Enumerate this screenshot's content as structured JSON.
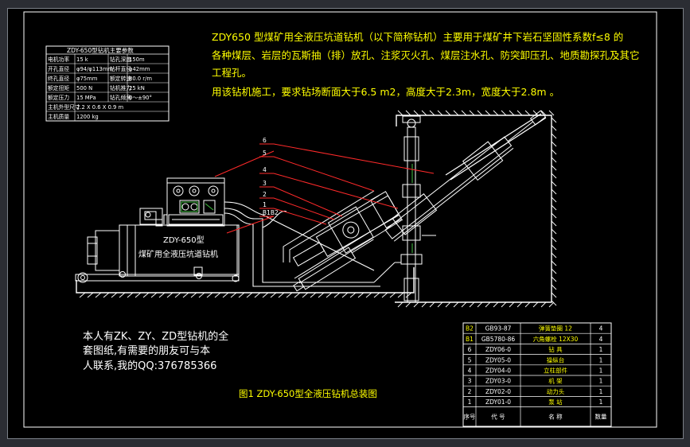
{
  "description": {
    "line1": "ZDY650 型煤矿用全液压坑道钻机（以下简称钻机）主要用于煤矿井下岩石坚固性系数f≤8 的",
    "line2": "各种煤层、岩层的瓦斯抽（排）放孔、注浆灭火孔、煤层注水孔、防突卸压孔、地质勘探孔及其它",
    "line3": "工程孔。",
    "line4": "用该钻机施工，要求钻场断面大于6.5 m2，高度大于2.3m，宽度大于2.8m 。"
  },
  "spec_table": {
    "title": "ZDY-650型钻机主要参数",
    "rows": [
      [
        "电机功率",
        "15 k",
        "钻孔深度",
        "150m"
      ],
      [
        "开孔直径",
        "φ94/φ113mm",
        "钻杆直径",
        "φ42mm"
      ],
      [
        "终孔直径",
        "φ75mm",
        "额定转速",
        "80.0 r/m"
      ],
      [
        "额定扭矩",
        "500 N",
        "钻机推力",
        "25 kN"
      ],
      [
        "额定压力",
        "15 MPa",
        "钻孔倾角",
        "0～±90°"
      ],
      [
        "主机外型尺寸",
        "2.2 X 0.6 X 0.9 m",
        "",
        ""
      ],
      [
        "主机质量",
        "1200 kg",
        "",
        ""
      ]
    ]
  },
  "machine_label": {
    "line1": "ZDY-650型",
    "line2": "煤矿用全液压坑道钻机"
  },
  "leader_numbers": [
    "6",
    "5",
    "4",
    "3",
    "2",
    "1",
    "B1",
    "B2"
  ],
  "contact_note": {
    "line1": "本人有ZK、ZY、ZD型钻机的全",
    "line2": "套图纸,有需要的朋友可与本",
    "line3": "人联系,我的QQ:376785366"
  },
  "figure_caption": "图1  ZDY-650型全液压钻机总装图",
  "parts_table": {
    "rows": [
      {
        "no": "B2",
        "code": "GB93-87",
        "name": "弹簧垫圈 12",
        "qty": "4"
      },
      {
        "no": "B1",
        "code": "GB5780-86",
        "name": "六角螺栓 12X30",
        "qty": "4"
      },
      {
        "no": "6",
        "code": "ZDY06-0",
        "name": "钻 具",
        "qty": "1"
      },
      {
        "no": "5",
        "code": "ZDY05-0",
        "name": "操纵台",
        "qty": "1"
      },
      {
        "no": "4",
        "code": "ZDY04-0",
        "name": "立柱部件",
        "qty": "1"
      },
      {
        "no": "3",
        "code": "ZDY03-0",
        "name": "机 架",
        "qty": "1"
      },
      {
        "no": "2",
        "code": "ZDY02-0",
        "name": "动力头",
        "qty": "1"
      },
      {
        "no": "1",
        "code": "ZDY01-0",
        "name": "泵 站",
        "qty": "1"
      }
    ],
    "header": {
      "no": "序号",
      "code": "代 号",
      "name": "名 称",
      "qty": "数量"
    }
  },
  "colors": {
    "background": "#000000",
    "line": "#ffffff",
    "text_yellow": "#ffff00",
    "leader_red": "#ff2a2a",
    "accent_green": "#3fbf3f",
    "frame_gray": "#7a7f87"
  }
}
